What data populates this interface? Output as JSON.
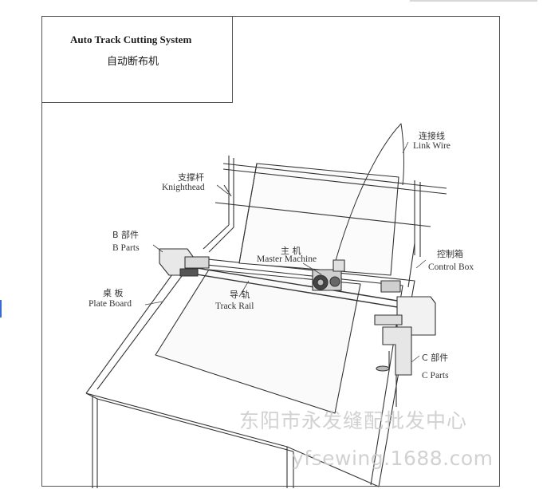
{
  "title": {
    "en": "Auto Track Cutting System",
    "zh": "自动断布机"
  },
  "labels": {
    "link_wire_zh": "连接线",
    "link_wire_en": "Link Wire",
    "knighthead_zh": "支撑杆",
    "knighthead_en": "Knighthead",
    "b_parts_zh": "B  部件",
    "b_parts_en": "B  Parts",
    "master_machine_zh": "主 机",
    "master_machine_en": "Master Machine",
    "control_box_zh": "控制箱",
    "control_box_en": "Control Box",
    "plate_board_zh": "桌 板",
    "plate_board_en": "Plate Board",
    "track_rail_zh": "导 轨",
    "track_rail_en": "Track Rail",
    "c_parts_zh": "C  部件",
    "c_parts_en": "C  Parts"
  },
  "watermark": {
    "line1": "东阳市永发缝配批发中心",
    "line2": "yfsewing.1688.com"
  }
}
